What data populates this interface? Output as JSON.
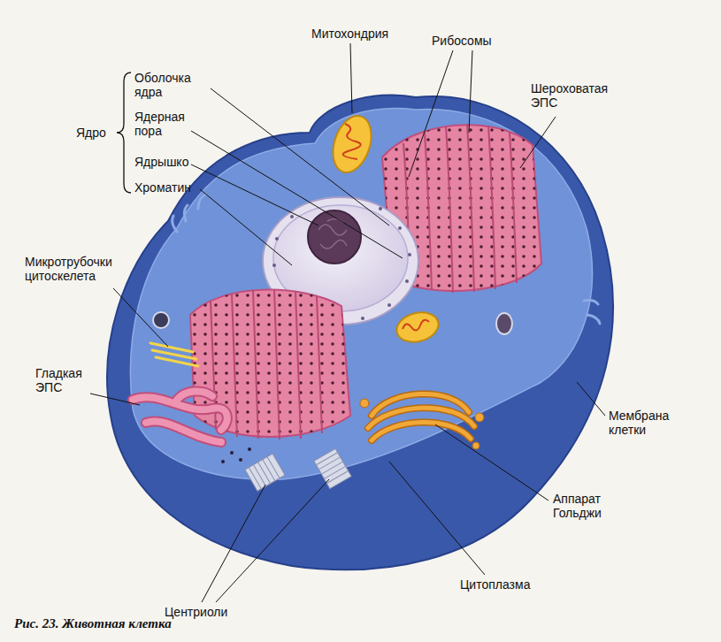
{
  "diagram": {
    "caption": "Рис. 23. Животная клетка",
    "labels": [
      "Митохондрия",
      "Рибосомы",
      "Оболочка ядра",
      "Ядерная пора",
      "Ядро",
      "Ядрышко",
      "Шероховатая ЭПС",
      "Хроматин",
      "Микротрубочки цитоскелета",
      "Гладкая ЭПС",
      "Мембрана клетки",
      "Аппарат Гольджи",
      "Цитоплазма",
      "Центриоли"
    ]
  }
}
